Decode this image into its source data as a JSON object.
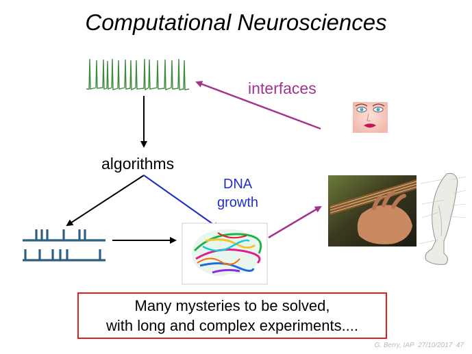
{
  "slide": {
    "title": "Computational Neurosciences",
    "labels": {
      "interfaces": "interfaces",
      "algorithms": "algorithms",
      "dna_line1": "DNA",
      "dna_line2": "growth"
    },
    "message": {
      "line1": "Many mysteries to be solved,",
      "line2": "with long and complex experiments...."
    },
    "footer": {
      "author": "G. Berry, IAP",
      "date": "27/10/2017",
      "page": "47"
    },
    "colors": {
      "interfaces": "#a3338f",
      "dna": "#1f2fc8",
      "spike_trace": "#3f8a3a",
      "raster": "#2d5f7e",
      "box_border": "#e02020"
    },
    "images": [
      "spike-trace",
      "face-icon",
      "brain-tractography",
      "guitar-hand-photo",
      "leg-anatomy-drawing"
    ]
  }
}
